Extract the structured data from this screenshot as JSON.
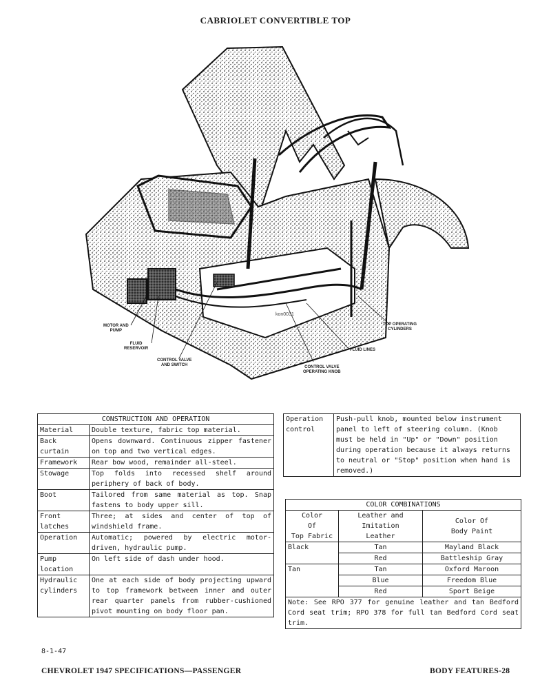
{
  "title": "CABRIOLET CONVERTIBLE TOP",
  "illustration": {
    "plate_number": "kon0031",
    "callouts": {
      "motor_pump": "MOTOR AND\nPUMP",
      "fluid_reservoir": "FLUID\nRESERVOIR",
      "control_valve_switch": "CONTROL VALVE\nAND SWITCH",
      "control_valve_knob": "CONTROL VALVE\nOPERATING KNOB",
      "fluid_lines": "FLUID LINES",
      "top_cylinders": "TOP OPERATING\nCYLINDERS"
    }
  },
  "construction": {
    "header": "CONSTRUCTION AND OPERATION",
    "rows": [
      {
        "label": "Material",
        "value": "Double texture, fabric top material."
      },
      {
        "label": "Back\ncurtain",
        "value": "Opens downward. Continuous zipper fastener on top and two vertical edges."
      },
      {
        "label": "Framework",
        "value": "Rear bow wood, remainder all-steel."
      },
      {
        "label": "Stowage",
        "value": "Top folds into recessed shelf around periphery of back of body."
      },
      {
        "label": "Boot",
        "value": "Tailored from same material as top. Snap fastens to body upper sill."
      },
      {
        "label": "Front\nlatches",
        "value": "Three; at sides and center of top of windshield frame."
      },
      {
        "label": "Operation",
        "value": "Automatic; powered by electric motor-driven, hydraulic pump."
      },
      {
        "label": "Pump\nlocation",
        "value": "On left side of dash under hood."
      },
      {
        "label": "Hydraulic\ncylinders",
        "value": "One at each side of body projecting upward to top framework between inner and outer rear quarter panels from rubber-cushioned pivot mounting on body floor pan."
      }
    ]
  },
  "operation_control": {
    "label": "Operation\ncontrol",
    "value": "Push-pull knob, mounted below instrument panel to left of steering column. (Knob must be held in \"Up\" or \"Down\" position during operation because it always returns to neutral or \"Stop\" position when hand is removed.)"
  },
  "colors": {
    "header": "COLOR COMBINATIONS",
    "col1": "Color\nOf\nTop Fabric",
    "col2": "Leather and\nImitation\nLeather",
    "col3": "Color Of\nBody Paint",
    "groups": [
      {
        "fabric": "Black",
        "rows": [
          {
            "leather": "Tan",
            "paint": "Mayland Black"
          },
          {
            "leather": "Red",
            "paint": "Battleship Gray"
          }
        ]
      },
      {
        "fabric": "Tan",
        "rows": [
          {
            "leather": "Tan",
            "paint": "Oxford Maroon"
          },
          {
            "leather": "Blue",
            "paint": "Freedom Blue"
          },
          {
            "leather": "Red",
            "paint": "Sport Beige"
          }
        ]
      }
    ],
    "note": "Note: See RPO 377 for genuine leather and tan Bedford Cord seat trim; RPO 378 for full tan Bedford Cord seat trim."
  },
  "footer": {
    "date": "8-1-47",
    "left": "CHEVROLET 1947 SPECIFICATIONS—PASSENGER",
    "right": "BODY FEATURES-28"
  }
}
